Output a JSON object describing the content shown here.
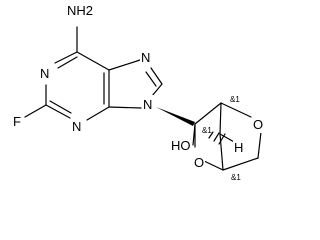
{
  "molecule": {
    "atoms": {
      "nh2": "NH2",
      "n_top_left": "N",
      "n_bottom_left": "N",
      "f": "F",
      "n_imidazole_top": "N",
      "n_imidazole_bottom": "N",
      "o_bridge_right": "O",
      "o_bridge_left": "O",
      "hydroxyl": "HO",
      "hydrogen": "H"
    },
    "stereo_labels": {
      "top": "&1",
      "middle": "&1",
      "bottom": "&1"
    }
  }
}
